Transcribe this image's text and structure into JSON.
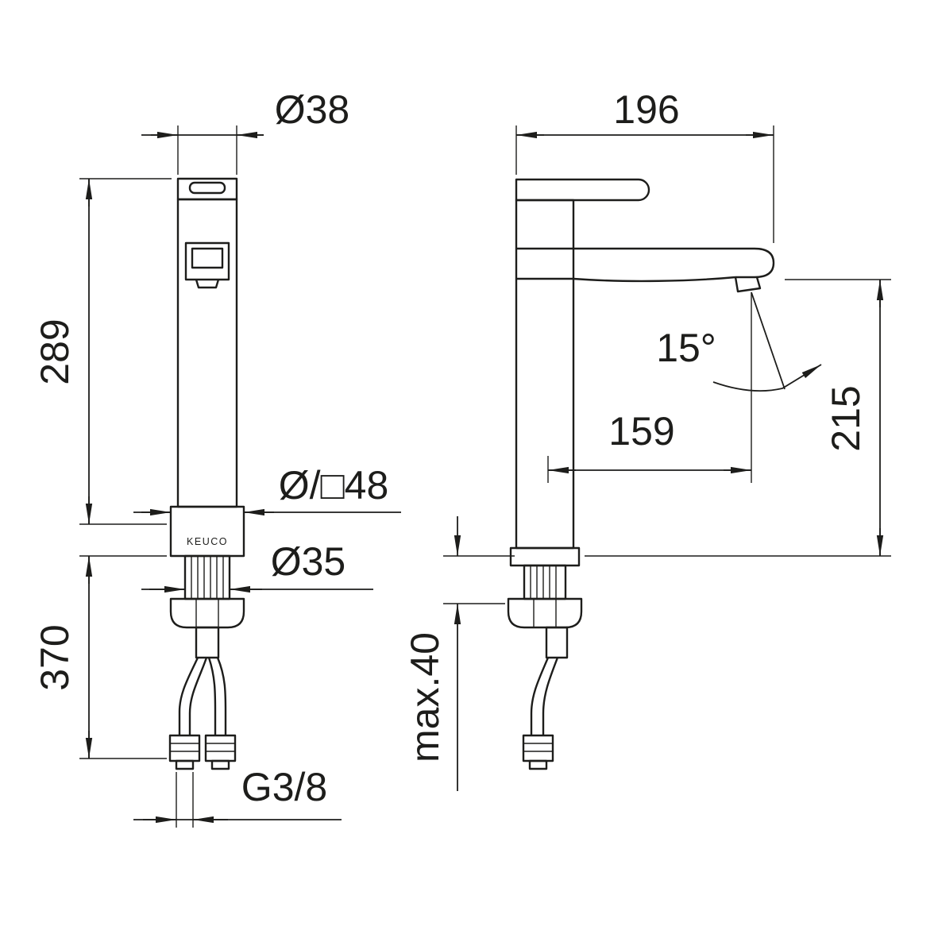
{
  "page": {
    "background": "#ffffff",
    "line_color": "#1d1d1b"
  },
  "drawing": {
    "brand": "KEUCO",
    "front_view": {
      "top_diameter": "Ø38",
      "body_height": "289",
      "base_size": "Ø/□48",
      "shank_diameter": "Ø35",
      "hose_length": "370",
      "thread_size": "G3/8"
    },
    "side_view": {
      "overall_depth": "196",
      "spout_angle": "15°",
      "spout_reach": "159",
      "outlet_height": "215",
      "max_deck_thickness": "max.40"
    }
  }
}
